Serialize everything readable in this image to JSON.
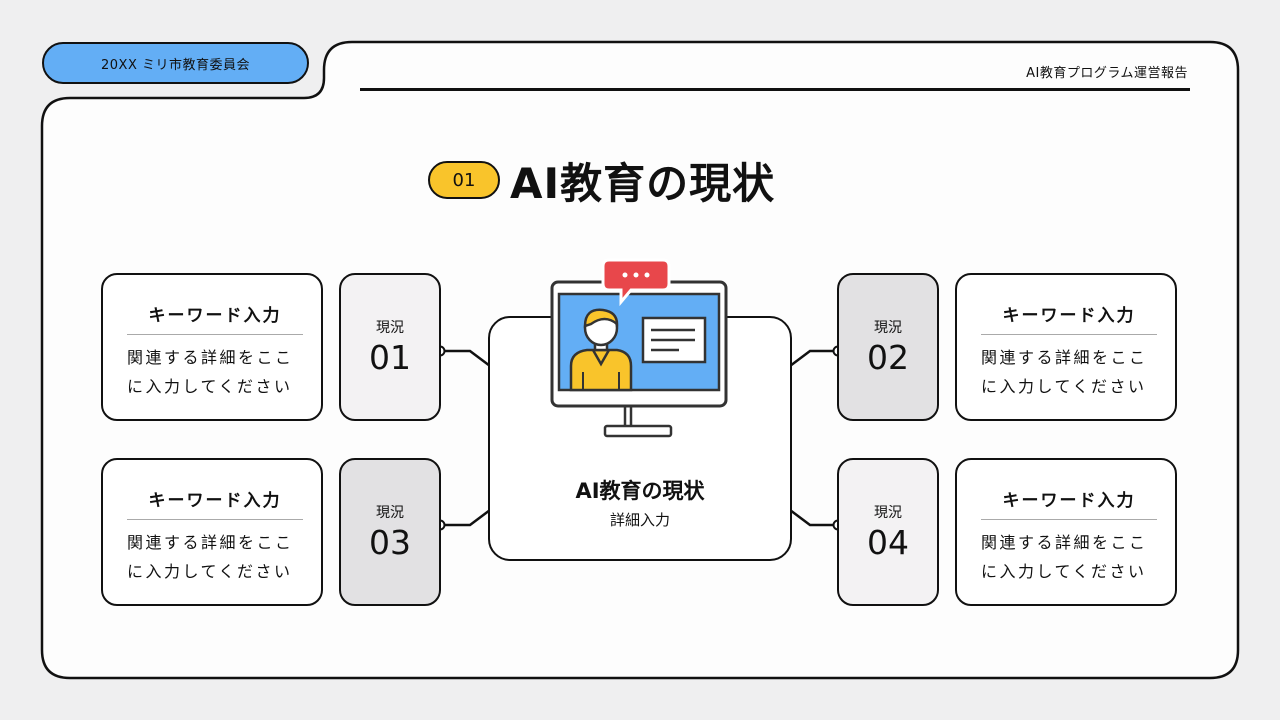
{
  "header": {
    "org": "20XX ミリ市教育委員会",
    "report_title": "AI教育プログラム運営報告"
  },
  "section": {
    "number": "01",
    "title": "AI教育の現状"
  },
  "center": {
    "title": "AI教育の現状",
    "subtitle": "詳細入力"
  },
  "items": [
    {
      "label": "現況",
      "number": "01",
      "keyword": "キーワード入力",
      "desc_line1": "関連する詳細をここ",
      "desc_line2": "に入力してください"
    },
    {
      "label": "現況",
      "number": "02",
      "keyword": "キーワード入力",
      "desc_line1": "関連する詳細をここ",
      "desc_line2": "に入力してください"
    },
    {
      "label": "現況",
      "number": "03",
      "keyword": "キーワード入力",
      "desc_line1": "関連する詳細をここ",
      "desc_line2": "に入力してください"
    },
    {
      "label": "現況",
      "number": "04",
      "keyword": "キーワード入力",
      "desc_line1": "関連する詳細をここ",
      "desc_line2": "に入力してください"
    }
  ],
  "colors": {
    "accent_blue": "#63aef5",
    "accent_yellow": "#f9c42b",
    "bubble_red": "#e8474b",
    "background": "#efeff0"
  },
  "icons": {
    "illustration": "online-teacher-monitor-icon"
  }
}
